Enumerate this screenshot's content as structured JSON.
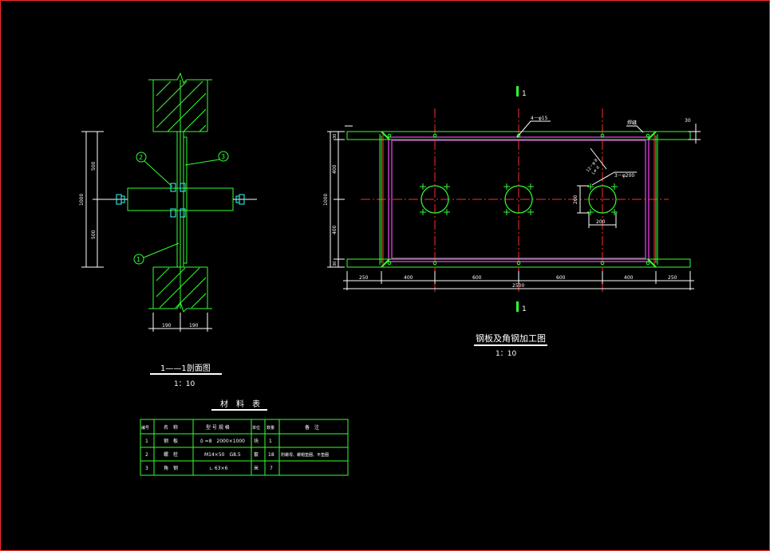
{
  "colors": {
    "background": "#000000",
    "frame": "#ff2a2a",
    "wall": "#33ff33",
    "steel": "#ff3333",
    "dimension": "#ffffff",
    "centerline": "#ff2a2a",
    "angle": "#cc33cc",
    "bolt": "#33ffff"
  },
  "section_view": {
    "title": "1——1剖面图",
    "scale": "1：10",
    "dim_total": "1000",
    "dim_upper": "500",
    "dim_lower": "500",
    "dim_left": "190",
    "dim_right": "190",
    "callouts": [
      "1",
      "2",
      "3"
    ]
  },
  "plan_view": {
    "title": "钢板及角钢加工图",
    "scale": "1：10",
    "section_mark": "1",
    "hole_label": "4－φ15",
    "weld_label": "焊缝",
    "circle_label": "3－φ200",
    "bolt_label_a": "12－φ 8",
    "bolt_label_b": "L≠ d",
    "dim_top_right": "30",
    "dim_left_total": "1000",
    "dim_left_upper": "400",
    "dim_left_lower": "400",
    "dim_left_top": "30",
    "dim_left_bottom": "30",
    "dim_circle_h": "200",
    "dim_circle_w": "200",
    "dims_bottom": [
      "250",
      "400",
      "600",
      "600",
      "400",
      "250"
    ],
    "dim_bottom_total": "2500"
  },
  "material_table": {
    "title": "材　料　表",
    "headers": [
      "编号",
      "名　称",
      "型 号 规 格",
      "单位",
      "数量",
      "备　注"
    ],
    "rows": [
      [
        "1",
        "钢　板",
        "δ =8　2000×1000",
        "块",
        "1",
        ""
      ],
      [
        "2",
        "螺　栓",
        "M14×50　G8.5",
        "套",
        "18",
        "附螺母、螺帽垫圈、平垫圈"
      ],
      [
        "3",
        "角　钢",
        "∟ 63×6",
        "米",
        "7",
        ""
      ]
    ]
  }
}
